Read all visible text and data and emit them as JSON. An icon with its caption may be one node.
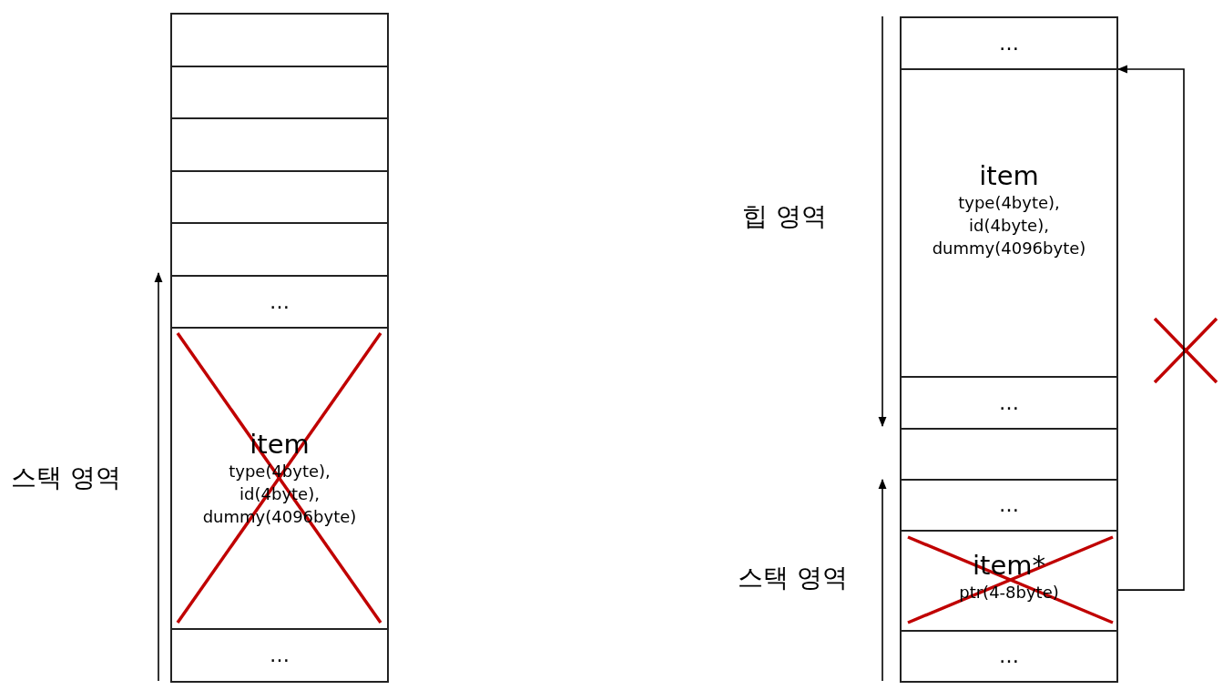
{
  "diagram": {
    "nodes": [
      {
        "text": [],
        "shape": "box"
      },
      {
        "text": [],
        "shape": "box"
      },
      {
        "text": [],
        "shape": "box"
      },
      {
        "text": [],
        "shape": "box"
      },
      {
        "text": [],
        "shape": "box"
      },
      {
        "text": [
          "…"
        ]
      },
      {
        "text": [
          "item",
          "type(4byte), id(4byte), dummy(4096byte)"
        ]
      },
      {
        "text": [
          "…"
        ]
      },
      {
        "text": [
          "…"
        ]
      },
      {
        "text": [
          "item",
          "type(4byte), id(4byte), dummy(4096byte)"
        ]
      },
      {
        "text": [
          "…"
        ]
      },
      {
        "text": [],
        "shape": "box"
      },
      {
        "text": [
          "…"
        ]
      },
      {
        "text": [
          "item*",
          "ptr(4-8byte)"
        ]
      },
      {
        "text": [
          "…"
        ]
      }
    ],
    "edges": [
      {
        "from": 13,
        "to": 9,
        "arrow": "to"
      }
    ],
    "labels": [
      "스택 영역",
      "힙 영역",
      "스택 영역"
    ]
  }
}
